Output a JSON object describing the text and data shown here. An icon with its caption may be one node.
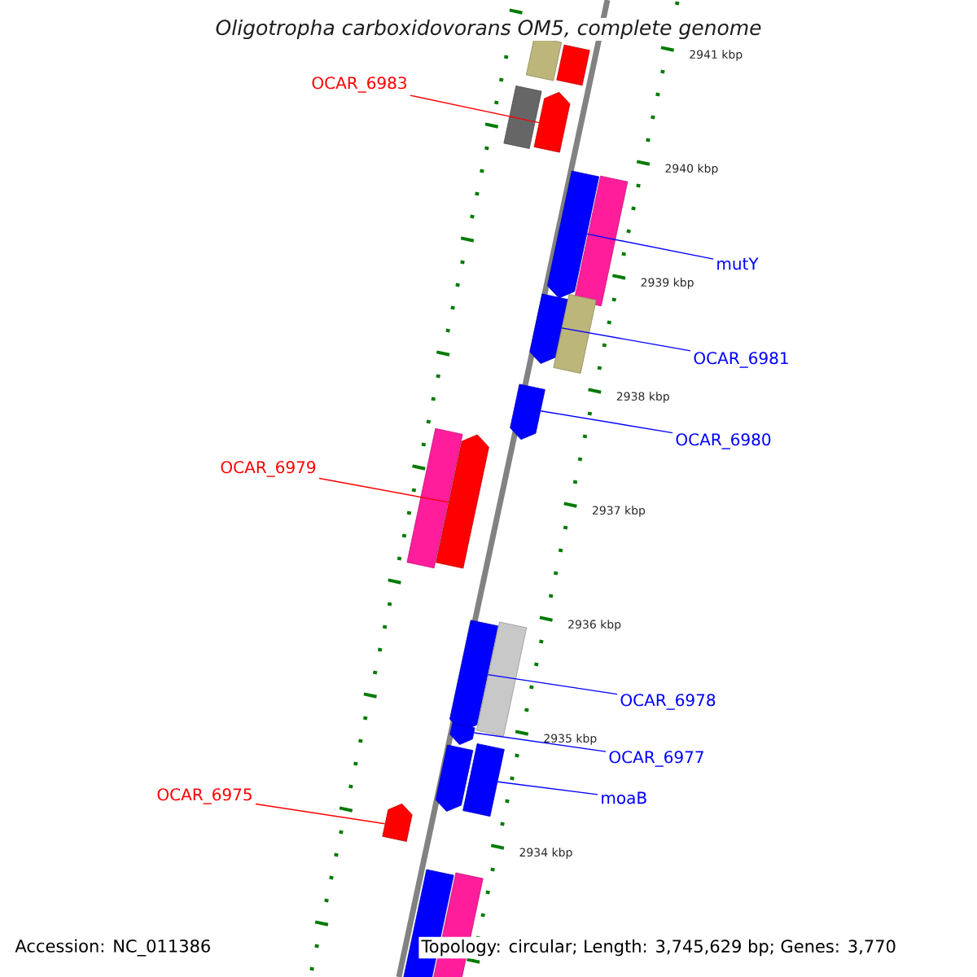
{
  "diagram": {
    "title": "Oligotropha carboxidovorans OM5, complete genome",
    "nodes": [
      {
        "text": [
          "OCAR_6983"
        ]
      },
      {
        "text": [
          "mutY"
        ]
      },
      {
        "text": [
          "OCAR_6981"
        ]
      },
      {
        "text": [
          "OCAR_6980"
        ]
      },
      {
        "text": [
          "OCAR_6979"
        ]
      },
      {
        "text": [
          "OCAR_6978"
        ]
      },
      {
        "text": [
          "OCAR_6977"
        ]
      },
      {
        "text": [
          "moaB"
        ]
      },
      {
        "text": [
          "OCAR_6975"
        ]
      },
      {
        "text": [],
        "shape": "bar"
      },
      {
        "text": [],
        "shape": "bar"
      },
      {
        "text": [],
        "shape": "bar"
      },
      {
        "text": [],
        "shape": "bar"
      },
      {
        "text": [],
        "shape": "bar"
      },
      {
        "text": [],
        "shape": "bar"
      },
      {
        "text": [],
        "shape": "bar"
      },
      {
        "text": [],
        "shape": "bar"
      },
      {
        "text": [],
        "shape": "bar"
      },
      {
        "text": [],
        "shape": "bar"
      },
      {
        "text": [],
        "shape": "bar"
      },
      {
        "text": [],
        "shape": "bar"
      },
      {
        "text": [],
        "shape": "bar"
      },
      {
        "text": [],
        "shape": "bar"
      },
      {
        "text": [],
        "shape": "bar"
      },
      {
        "text": [],
        "shape": "bar"
      },
      {
        "text": [],
        "shape": "bar"
      },
      {
        "text": [],
        "shape": "bar"
      },
      {
        "text": [],
        "shape": "bar"
      }
    ],
    "edges": [
      {
        "from": 0,
        "to": 9,
        "arrow": "none",
        "color": "#ff0000"
      },
      {
        "from": 1,
        "to": 10,
        "arrow": "none"
      },
      {
        "from": 2,
        "to": 11,
        "arrow": "none"
      },
      {
        "from": 3,
        "to": 12,
        "arrow": "none"
      },
      {
        "from": 4,
        "to": 13,
        "arrow": "none",
        "color": "#ff0000"
      },
      {
        "from": 5,
        "to": 14,
        "arrow": "none"
      },
      {
        "from": 6,
        "to": 15,
        "arrow": "none"
      },
      {
        "from": 7,
        "to": 16,
        "arrow": "none"
      },
      {
        "from": 8,
        "to": 17,
        "arrow": "none",
        "color": "#ff0000"
      }
    ],
    "labels": [
      "2941 kbp",
      "2940 kbp",
      "2939 kbp",
      "2938 kbp",
      "2937 kbp",
      "2936 kbp",
      "2935 kbp",
      "2934 kbp",
      "Accession: NC_011386",
      "Topology: circular; Length: 3,745,629 bp; Genes: 3,770"
    ]
  }
}
